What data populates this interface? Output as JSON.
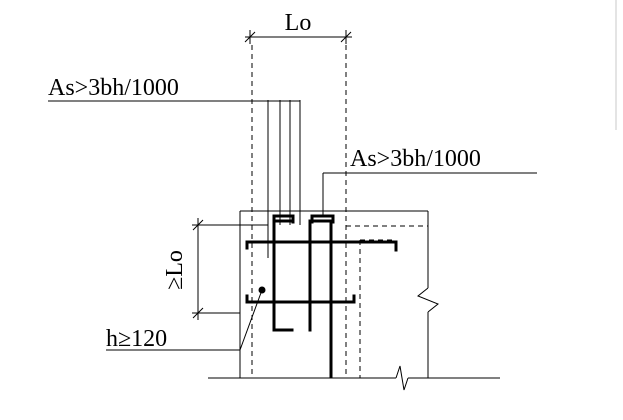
{
  "labels": {
    "top_dimension": "Lo",
    "side_dimension": "≥Lo",
    "steel_area_left": "As>3bh/1000",
    "steel_area_right": "As>3bh/1000",
    "wall_thickness": "h≥120"
  }
}
